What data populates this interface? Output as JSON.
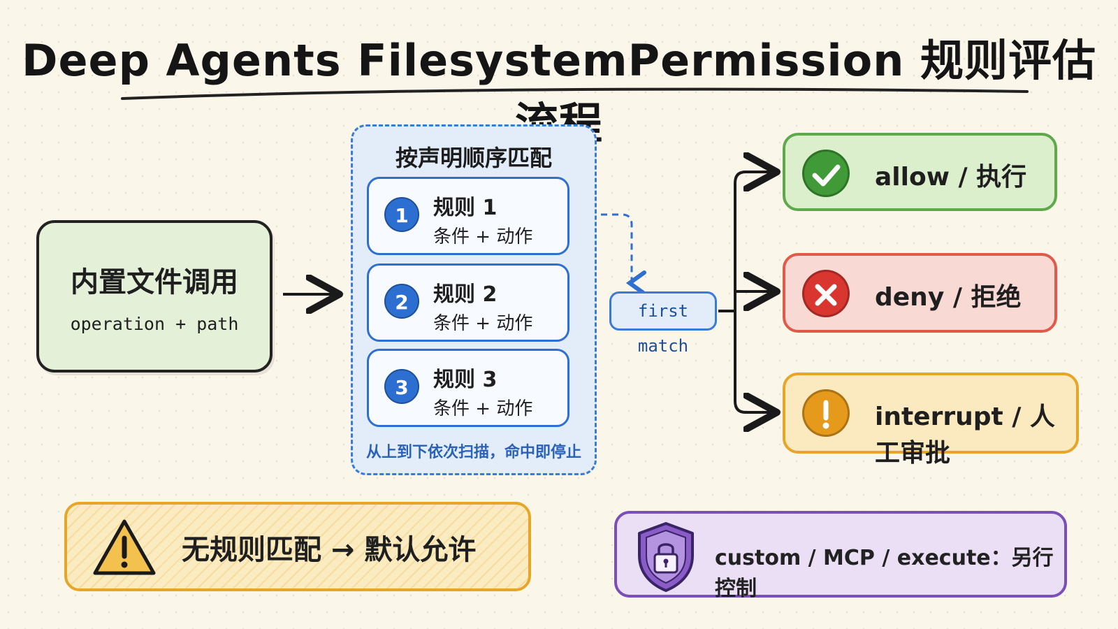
{
  "title": "Deep Agents FilesystemPermission 规则评估流程",
  "input": {
    "title": "内置文件调用",
    "subtitle": "operation + path"
  },
  "rule_group": {
    "title": "按声明顺序匹配",
    "rules": [
      {
        "number": "1",
        "name": "规则 1",
        "desc": "条件 + 动作"
      },
      {
        "number": "2",
        "name": "规则 2",
        "desc": "条件 + 动作"
      },
      {
        "number": "3",
        "name": "规则 3",
        "desc": "条件 + 动作"
      }
    ],
    "footer": "从上到下依次扫描，命中即停止"
  },
  "first_match": "first match",
  "outcomes": [
    {
      "label": "allow / 执行",
      "icon": "check-icon",
      "color": "#3f9a37"
    },
    {
      "label": "deny / 拒绝",
      "icon": "x-icon",
      "color": "#d8362f"
    },
    {
      "label": "interrupt / 人工审批",
      "icon": "exclamation-icon",
      "color": "#e69a1c"
    }
  ],
  "note_default": "无规则匹配 → 默认允许",
  "note_custom": "custom / MCP / execute：另行控制",
  "colors": {
    "rule_blue": "#2f6fcf",
    "allow_green": "#5fa94c",
    "deny_red": "#df5a4a",
    "interrupt_amber": "#e6a627",
    "custom_purple": "#7a4fb8"
  }
}
